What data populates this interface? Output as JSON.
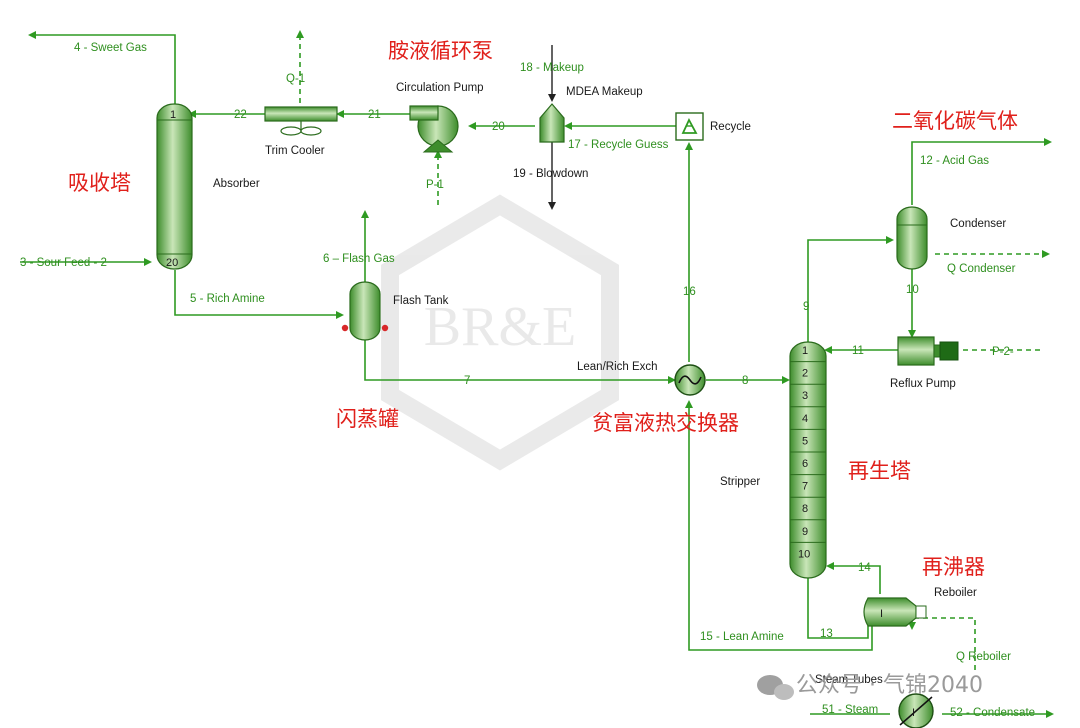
{
  "streams": {
    "s4": "4 - Sweet Gas",
    "s3": "3 - Sour Feed - 2",
    "s5": "5 - Rich Amine",
    "s6": "6 – Flash Gas",
    "s7": "7",
    "s8": "8",
    "s9": "9",
    "s10": "10",
    "s11": "11",
    "s12": "12 - Acid Gas",
    "s13": "13",
    "s14": "14",
    "s15": "15 - Lean Amine",
    "s16": "16",
    "s17": "17 - Recycle Guess",
    "s18": "18 - Makeup",
    "s19": "19 - Blowdown",
    "s20": "20",
    "s21": "21",
    "s22": "22",
    "s51": "51 - Steam",
    "s52": "52 - Condensate"
  },
  "energy": {
    "q1": "Q-1",
    "p1": "P-1",
    "p2": "P-2-",
    "qcond": "Q Condenser",
    "qreb": "Q Reboiler"
  },
  "units": {
    "absorber": "Absorber",
    "trim_cooler": "Trim Cooler",
    "circ_pump": "Circulation Pump",
    "mdea_makeup": "MDEA Makeup",
    "recycle": "Recycle",
    "flash_tank": "Flash Tank",
    "exchanger": "Lean/Rich Exch",
    "condenser": "Condenser",
    "reflux_pump": "Reflux Pump",
    "stripper": "Stripper",
    "reboiler": "Reboiler",
    "steam_tubes": "Steam Tubes"
  },
  "annotations_cn": {
    "pump": "胺液循环泵",
    "absorber": "吸收塔",
    "acid_gas": "二氧化碳气体",
    "flash": "闪蒸罐",
    "exchanger": "贫富液热交换器",
    "stripper": "再生塔",
    "reboiler": "再沸器"
  },
  "trays": {
    "absorber_top": "1",
    "absorber_bottom": "20",
    "stripper": [
      "1",
      "2",
      "3",
      "4",
      "5",
      "6",
      "7",
      "8",
      "9",
      "10"
    ]
  },
  "watermark": {
    "logo": "BR&E",
    "wechat": "公众号 · 气锦2040"
  }
}
